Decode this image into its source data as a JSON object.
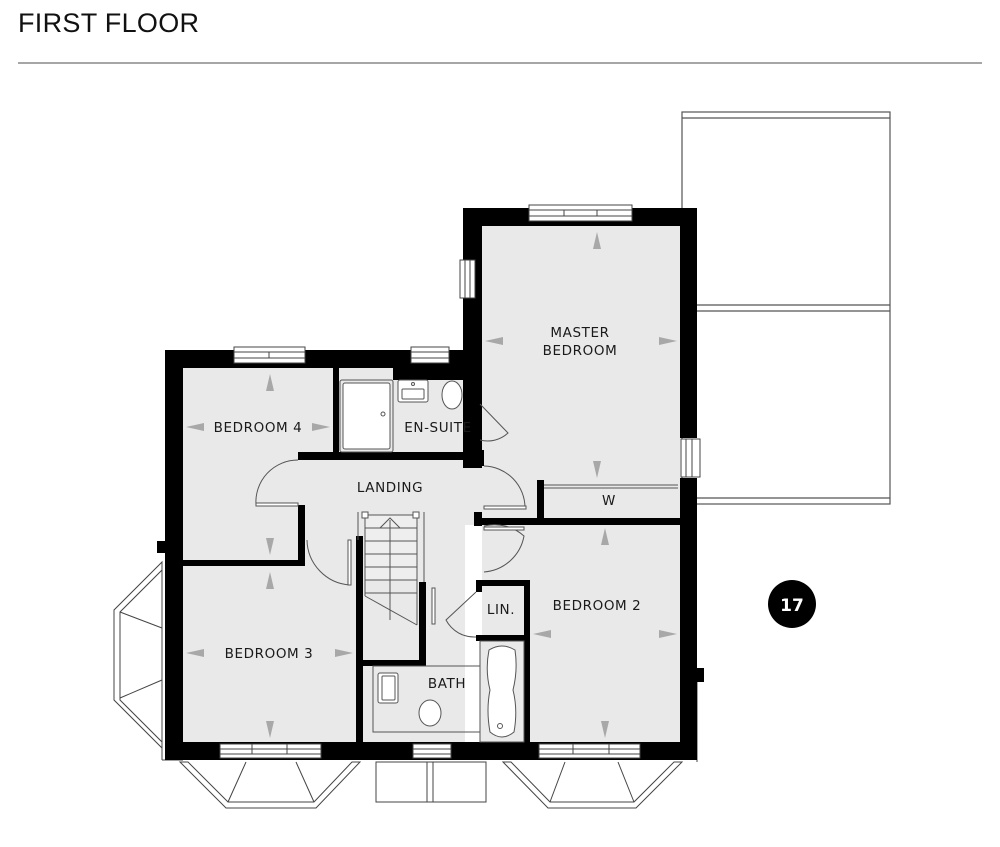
{
  "header": {
    "title": "FIRST FLOOR"
  },
  "plan": {
    "plot_number": "17",
    "colors": {
      "wall": "#000000",
      "floor": "#e9e9e9",
      "fixture_line": "#555555",
      "dimension_arrow": "#a8a8a8",
      "divider": "#a6a6a6",
      "badge_bg": "#000000",
      "badge_text": "#ffffff"
    },
    "rooms": {
      "master_bedroom": {
        "line1": "MASTER",
        "line2": "BEDROOM"
      },
      "bedroom_4": "BEDROOM 4",
      "en_suite": "EN-SUITE",
      "landing": "LANDING",
      "wardrobe": "W",
      "bedroom_3": "BEDROOM 3",
      "bedroom_2": "BEDROOM 2",
      "linen": "LIN.",
      "bath": "BATH"
    }
  }
}
